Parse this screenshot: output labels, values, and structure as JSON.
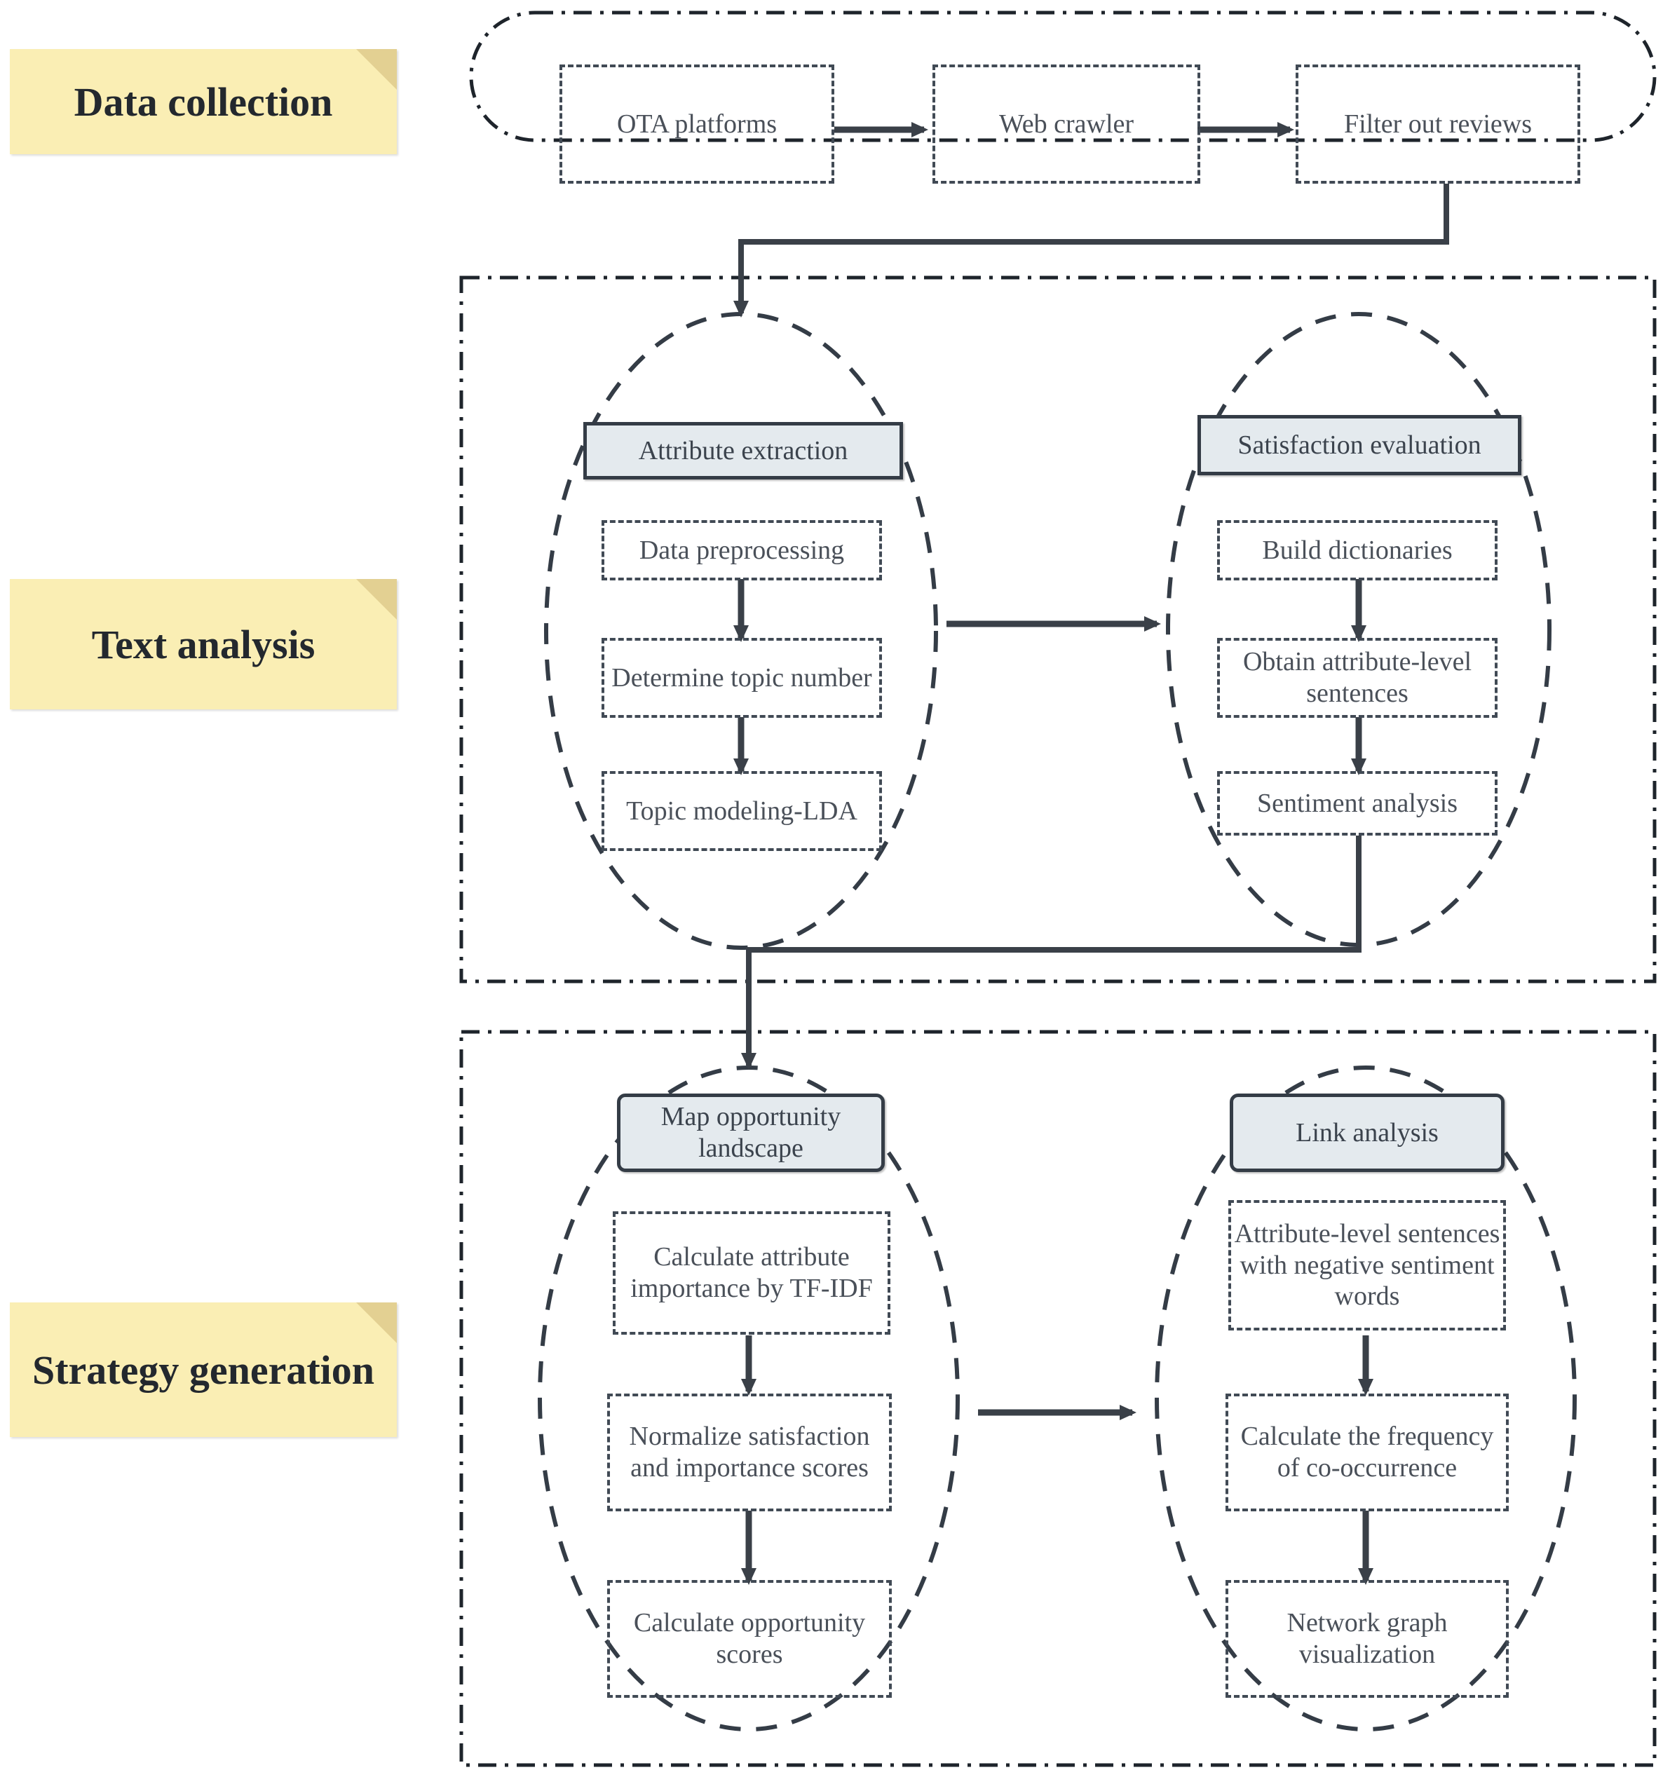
{
  "diagram": {
    "title": "Research framework flowchart",
    "stage_labels": [
      {
        "id": "data-collection",
        "text": "Data collection"
      },
      {
        "id": "text-analysis",
        "text": "Text analysis"
      },
      {
        "id": "strategy-generation",
        "text": "Strategy generation"
      }
    ],
    "colors": {
      "note_fill": "#faeeb4",
      "note_fold": "#e3d092",
      "header_fill": "#e4eaee",
      "stroke": "#414a55",
      "text": "#4a5059"
    },
    "stages": [
      {
        "id": "data-collection",
        "label": "Data collection",
        "container_style": "dash-dot-rounded",
        "nodes": [
          {
            "id": "ota-platforms",
            "text": "OTA platforms"
          },
          {
            "id": "web-crawler",
            "text": "Web crawler"
          },
          {
            "id": "filter-out-reviews",
            "text": "Filter out reviews"
          }
        ],
        "flow": [
          "ota-platforms -> web-crawler",
          "web-crawler -> filter-out-reviews"
        ]
      },
      {
        "id": "text-analysis",
        "label": "Text analysis",
        "container_style": "dash-dot-rect",
        "clusters": [
          {
            "id": "attribute-extraction",
            "header": "Attribute extraction",
            "header_shape": "square",
            "steps": [
              {
                "id": "data-preprocessing",
                "text": "Data preprocessing"
              },
              {
                "id": "determine-topic-number",
                "text": "Determine topic number"
              },
              {
                "id": "topic-modeling-lda",
                "text": "Topic modeling-LDA"
              }
            ]
          },
          {
            "id": "satisfaction-evaluation",
            "header": "Satisfaction evaluation",
            "header_shape": "square",
            "steps": [
              {
                "id": "build-dictionaries",
                "text": "Build dictionaries"
              },
              {
                "id": "obtain-attribute-level-sentences",
                "text": "Obtain attribute-level sentences"
              },
              {
                "id": "sentiment-analysis",
                "text": "Sentiment analysis"
              }
            ]
          }
        ],
        "flow": [
          "attribute-extraction -> satisfaction-evaluation"
        ]
      },
      {
        "id": "strategy-generation",
        "label": "Strategy generation",
        "container_style": "dash-dot-rect",
        "clusters": [
          {
            "id": "map-opportunity-landscape",
            "header": "Map opportunity landscape",
            "header_shape": "rounded",
            "steps": [
              {
                "id": "calculate-attribute-importance",
                "text": "Calculate attribute importance by TF-IDF"
              },
              {
                "id": "normalize-scores",
                "text": "Normalize satisfaction and importance scores"
              },
              {
                "id": "calculate-opportunity-scores",
                "text": "Calculate opportunity scores"
              }
            ]
          },
          {
            "id": "link-analysis",
            "header": "Link analysis",
            "header_shape": "rounded",
            "steps": [
              {
                "id": "attribute-level-negative-sentences",
                "text": "Attribute-level sentences with negative sentiment words"
              },
              {
                "id": "calculate-frequency-cooccurrence",
                "text": "Calculate the frequency of co-occurrence"
              },
              {
                "id": "network-graph-visualization",
                "text": "Network graph visualization"
              }
            ]
          }
        ],
        "flow": [
          "map-opportunity-landscape -> link-analysis"
        ]
      }
    ],
    "cross_stage_flow": [
      "filter-out-reviews -> attribute-extraction",
      "sentiment-analysis -> map-opportunity-landscape"
    ]
  }
}
